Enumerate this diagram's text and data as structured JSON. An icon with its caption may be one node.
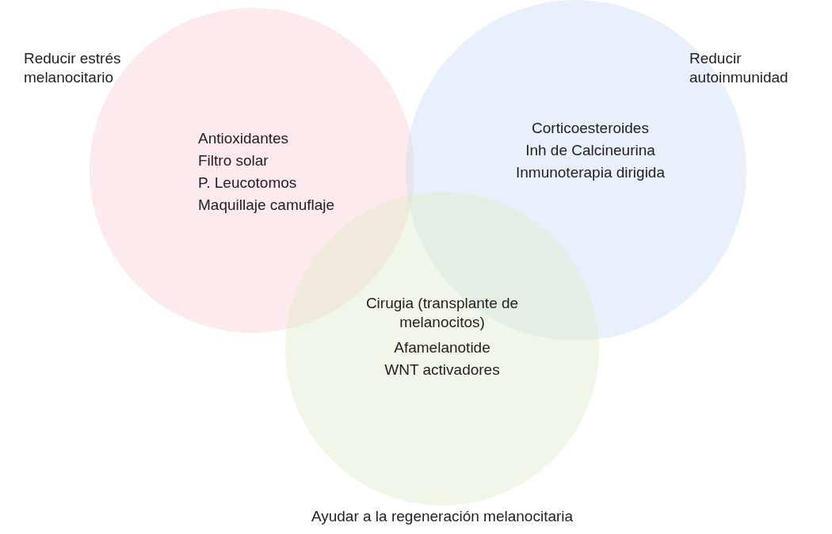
{
  "diagram": {
    "nodes": [
      {
        "text": [
          "Reducir estrés melanocitario",
          "Antioxidantes",
          "Filtro solar",
          "P. Leucotomos",
          "Maquillaje camuflaje"
        ]
      },
      {
        "text": [
          "Reducir autoinmunidad",
          "Corticoesteroides",
          "Inh de Calcineurina",
          "Inmunoterapia dirigida"
        ]
      },
      {
        "text": [
          "Cirugia (transplante de melanocitos)",
          "Afamelanotide",
          "WNT activadores",
          "Ayudar a la regeneración melanocitaria"
        ]
      }
    ]
  }
}
